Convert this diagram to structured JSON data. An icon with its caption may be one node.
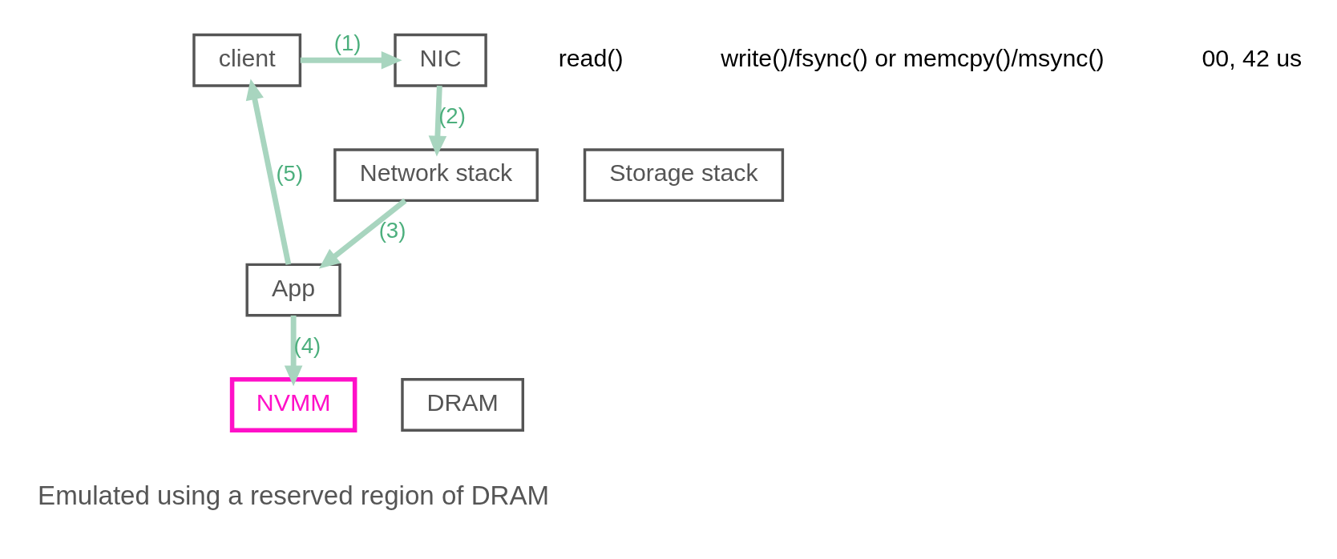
{
  "diagram": {
    "nodes": [
      {
        "text": [
          "client"
        ]
      },
      {
        "text": [
          "NIC"
        ]
      },
      {
        "text": [
          "DRAM"
        ]
      },
      {
        "text": [
          "Network stack"
        ]
      },
      {
        "text": [
          "App"
        ]
      },
      {
        "text": [
          "Storage stack"
        ]
      },
      {
        "text": [
          "NVMM"
        ],
        "beside": [
          "Emulated using a reserved region of DRAM"
        ]
      }
    ],
    "edges": [
      {
        "from": 0,
        "to": 1,
        "arrow": "to",
        "label": "(1)"
      },
      {
        "from": 1,
        "to": 3,
        "arrow": "to",
        "label": "(2)"
      },
      {
        "from": 3,
        "to": 4,
        "arrow": "to",
        "label": "(3)"
      },
      {
        "from": 4,
        "to": 6,
        "arrow": "to",
        "label": "(4)"
      },
      {
        "from": 4,
        "to": 0,
        "arrow": "to",
        "label": "(5)"
      }
    ],
    "labels": [
      "read()",
      "write()/fsync() or memcpy()/msync()",
      "00, 42 us"
    ]
  }
}
